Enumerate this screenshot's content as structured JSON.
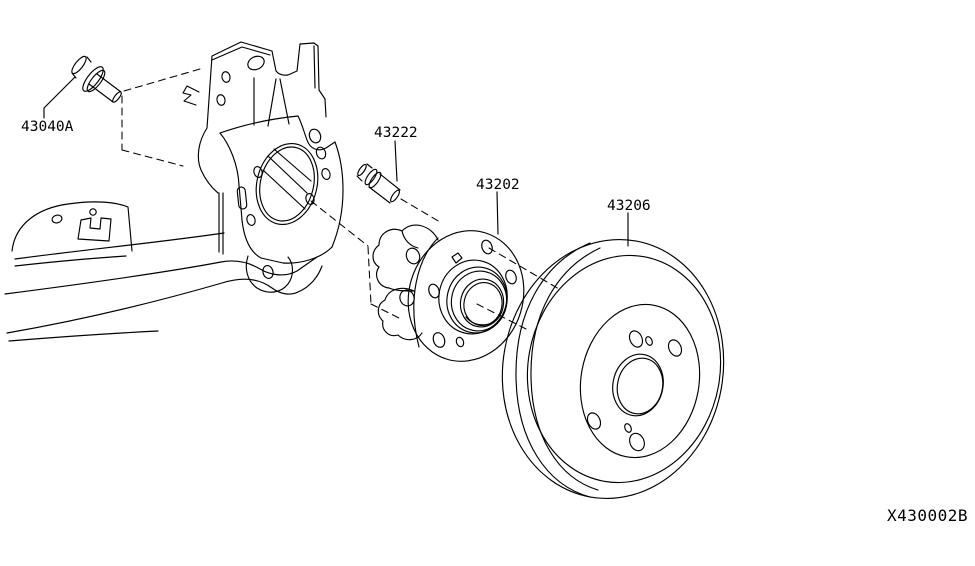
{
  "diagram": {
    "ref_code": "X430002B",
    "colors": {
      "background": "#ffffff",
      "line": "#000000"
    },
    "callouts": [
      {
        "part_no": "43040A",
        "drawing": "flange-bolt"
      },
      {
        "part_no": "43222",
        "drawing": "hub-stud"
      },
      {
        "part_no": "43202",
        "drawing": "wheel-hub-assembly"
      },
      {
        "part_no": "43206",
        "drawing": "brake-drum"
      }
    ]
  }
}
